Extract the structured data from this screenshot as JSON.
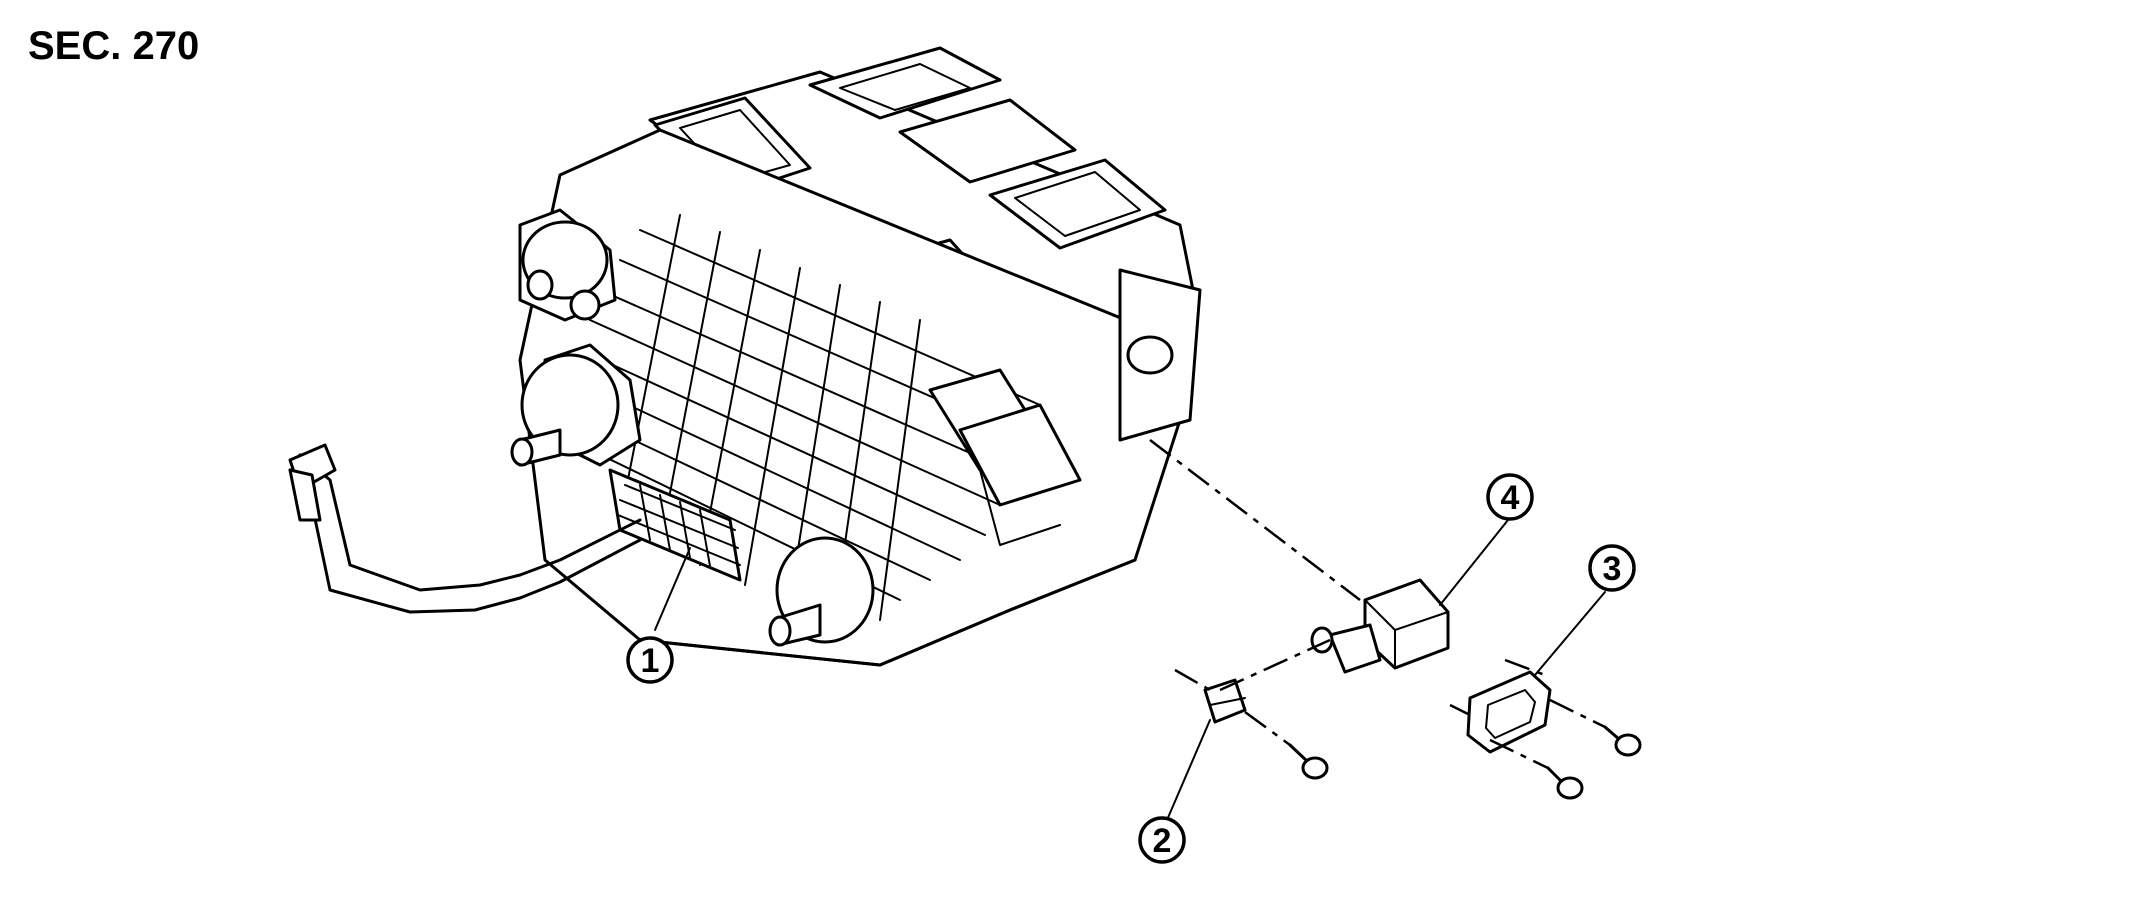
{
  "section": "SEC. 270",
  "callouts": [
    {
      "number": "1"
    },
    {
      "number": "2"
    },
    {
      "number": "3"
    },
    {
      "number": "4"
    }
  ]
}
